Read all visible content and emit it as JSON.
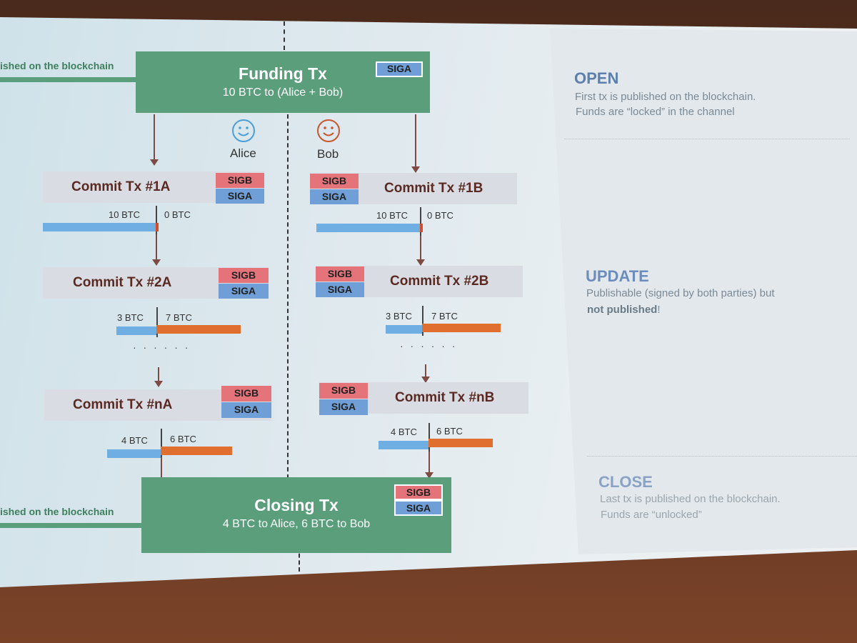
{
  "left_label_top": "ished on the blockchain",
  "left_label_bottom": "ished on the blockchain",
  "funding": {
    "title": "Funding Tx",
    "subtitle": "10 BTC to (Alice + Bob)",
    "sig": "SIGA"
  },
  "people": {
    "alice": "Alice",
    "bob": "Bob"
  },
  "sigb": "SIGB",
  "siga": "SIGA",
  "commits": {
    "1A": {
      "label": "Commit Tx #1A",
      "left_amount": "10 BTC",
      "right_amount": "0 BTC"
    },
    "1B": {
      "label": "Commit Tx #1B",
      "left_amount": "10 BTC",
      "right_amount": "0 BTC"
    },
    "2A": {
      "label": "Commit Tx #2A",
      "left_amount": "3 BTC",
      "right_amount": "7 BTC"
    },
    "2B": {
      "label": "Commit Tx #2B",
      "left_amount": "3 BTC",
      "right_amount": "7 BTC"
    },
    "nA": {
      "label": "Commit Tx #nA",
      "left_amount": "4 BTC",
      "right_amount": "6 BTC"
    },
    "nB": {
      "label": "Commit Tx #nB",
      "left_amount": "4 BTC",
      "right_amount": "6 BTC"
    }
  },
  "ellipsis": "· · · · · ·",
  "closing": {
    "title": "Closing Tx",
    "subtitle": "4 BTC to Alice, 6 BTC to Bob",
    "sig_b": "SIGB",
    "sig_a": "SIGA"
  },
  "phases": {
    "open": {
      "title": "OPEN",
      "line1": "First tx is published on the blockchain.",
      "line2": "Funds are “locked” in the channel"
    },
    "update": {
      "title": "UPDATE",
      "line1": "Publishable (signed by both parties) but",
      "line2_bold": "not published",
      "line2_rest": "!"
    },
    "close": {
      "title": "CLOSE",
      "line1": "Last tx is published on the blockchain.",
      "line2": "Funds are “unlocked”"
    }
  },
  "colors": {
    "green": "#5a9e7c",
    "siga": "#6f9fd6",
    "sigb": "#e4737a",
    "alice_balance": "#6faee3",
    "bob_balance": "#e06e2e",
    "phase_title": "#5d7fae"
  }
}
